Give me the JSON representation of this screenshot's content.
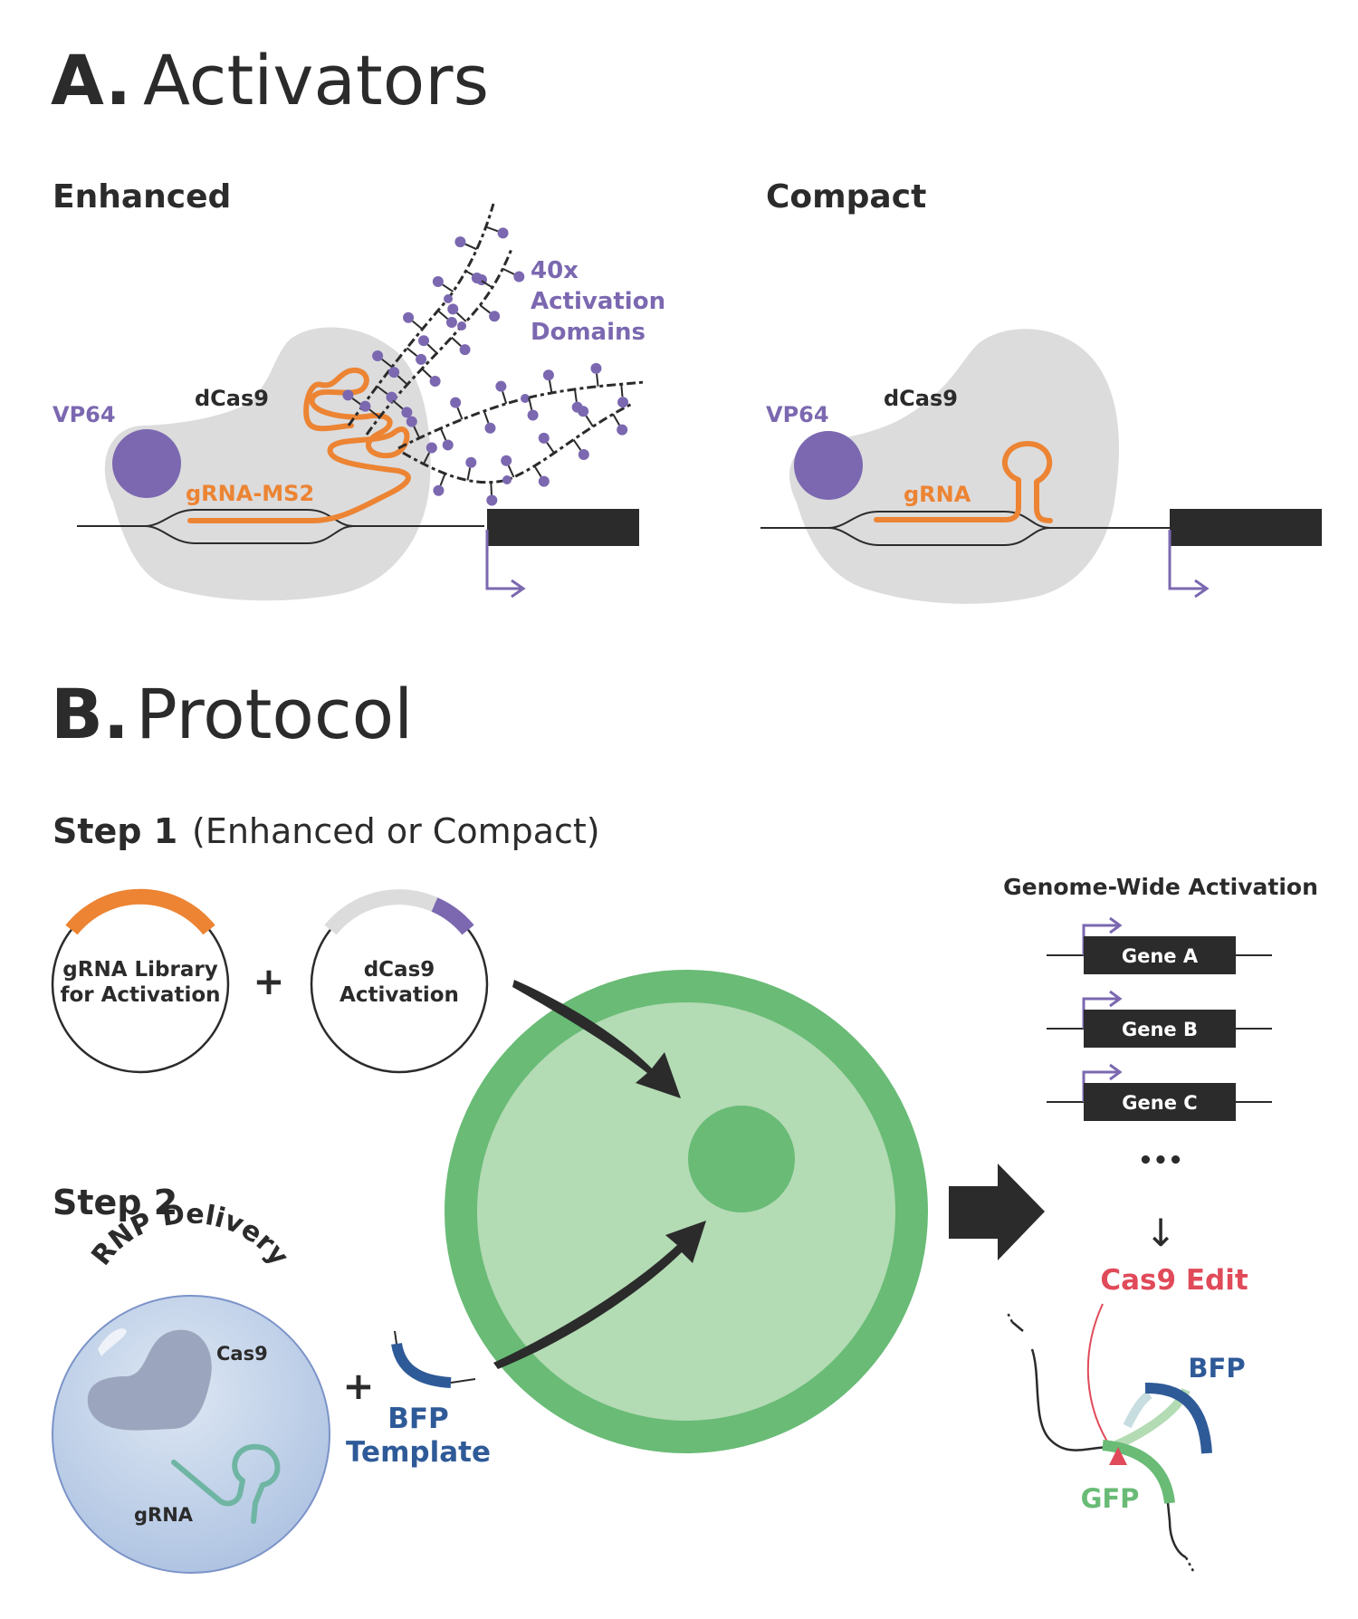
{
  "sectionA": {
    "letter": "A.",
    "title": "Activators"
  },
  "enhanced": {
    "heading": "Enhanced",
    "vp64": "VP64",
    "dcas9": "dCas9",
    "grna": "gRNA-MS2",
    "domains_line1": "40x",
    "domains_line2": "Activation",
    "domains_line3": "Domains"
  },
  "compact": {
    "heading": "Compact",
    "vp64": "VP64",
    "dcas9": "dCas9",
    "grna": "gRNA"
  },
  "sectionB": {
    "letter": "B.",
    "title": "Protocol"
  },
  "step1": {
    "label": "Step  1",
    "detail": "(Enhanced or Compact)"
  },
  "plasmid1": {
    "line1": "gRNA Library",
    "line2": "for Activation"
  },
  "plasmid2": {
    "line1": "dCas9",
    "line2": "Activation"
  },
  "plus": "+",
  "step2": {
    "label": "Step 2"
  },
  "rnp": {
    "title": "RNP Delivery",
    "cas9": "Cas9",
    "grna": "gRNA"
  },
  "bfp_template": {
    "line1": "BFP",
    "line2": "Template"
  },
  "genome_wide": {
    "title": "Genome-Wide Activation",
    "genes": [
      "Gene A",
      "Gene B",
      "Gene C"
    ],
    "ellipsis": "•••",
    "down_arrow": "↓"
  },
  "edit": {
    "title": "Cas9 Edit",
    "bfp": "BFP",
    "gfp": "GFP"
  },
  "colors": {
    "orange": "#ec8433",
    "purple": "#7b68b0",
    "gray_blob": "#dcdcdd",
    "dark": "#2b2b2b",
    "green_dark": "#69bb76",
    "green_light": "#b3dbb4",
    "blue": "#2f5a98",
    "red": "#e04a59",
    "teal": "#6fb5a3"
  }
}
